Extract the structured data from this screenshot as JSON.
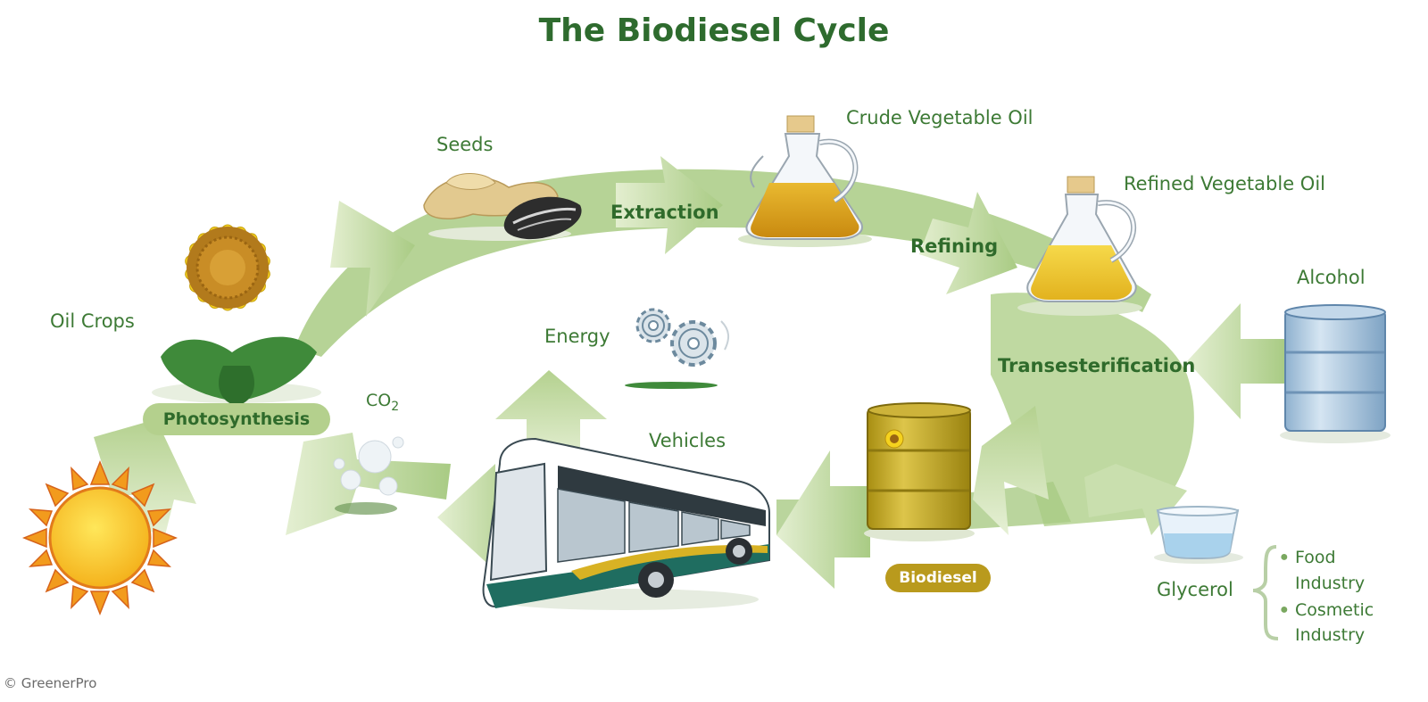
{
  "title": "The Biodiesel Cycle",
  "copyright": "© GreenerPro",
  "labels": {
    "seeds": "Seeds",
    "extraction": "Extraction",
    "crude_oil": "Crude Vegetable Oil",
    "refining": "Refining",
    "refined_oil": "Refined Vegetable Oil",
    "alcohol": "Alcohol",
    "transesterification": "Transesterification",
    "oil_crops": "Oil Crops",
    "photosynthesis": "Photosynthesis",
    "co2_base": "CO",
    "co2_sub": "2",
    "energy": "Energy",
    "vehicles": "Vehicles",
    "biodiesel": "Biodiesel",
    "glycerol": "Glycerol",
    "food_industry_1": "Food",
    "food_industry_2": "Industry",
    "cosmetic_industry_1": "Cosmetic",
    "cosmetic_industry_2": "Industry"
  },
  "colors": {
    "title": "#2e6b2e",
    "label_text": "#3d7a35",
    "arrow_light": "#d8e7c0",
    "arrow_mid": "#9cc378",
    "photosynthesis_pill": "#b4d08d",
    "biodiesel_pill": "#b99a1d"
  },
  "icons": [
    "sun-icon",
    "sunflower-icon",
    "seeds-icon",
    "crude-oil-jug-icon",
    "refined-oil-jug-icon",
    "alcohol-barrel-icon",
    "biodiesel-barrel-icon",
    "bus-icon",
    "gears-icon",
    "co2-bubbles-icon",
    "glycerol-bowl-icon"
  ]
}
